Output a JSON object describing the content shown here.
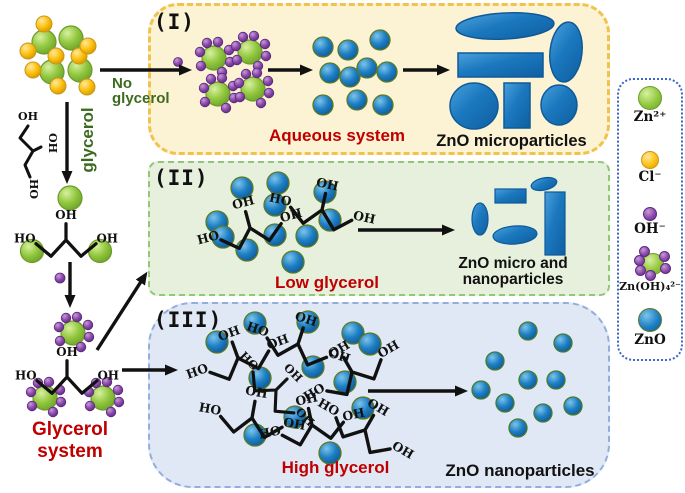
{
  "left_flow": {
    "no_glycerol": "No glycerol",
    "glycerol_arrow": "glycerol",
    "system": "Glycerol system"
  },
  "panel_1": {
    "number": "(I)",
    "caption": "Aqueous system",
    "result": "ZnO microparticles"
  },
  "panel_2": {
    "number": "(II)",
    "caption": "Low glycerol",
    "result": "ZnO micro and nanoparticles"
  },
  "panel_3": {
    "number": "(III)",
    "caption": "High glycerol",
    "result": "ZnO nanoparticles"
  },
  "molecule": {
    "oh": "OH",
    "ho": "HO"
  },
  "legend": {
    "items": [
      {
        "name": "zinc-ion",
        "label": "Zn²⁺"
      },
      {
        "name": "chloride-ion",
        "label": "Cl⁻"
      },
      {
        "name": "hydroxide-ion",
        "label": "OH⁻"
      },
      {
        "name": "zincate-complex",
        "label": "Zn(OH)₄²⁻"
      },
      {
        "name": "zinc-oxide",
        "label": "ZnO"
      }
    ]
  },
  "colors": {
    "accent_red": "#c00000",
    "dark_green": "#3c6b1f",
    "zno_blue": "#1b78be",
    "zinc_green": "#92c83e",
    "chloride_yellow": "#fdc10e",
    "hydroxide_purple": "#8b4bab",
    "panel1_bg": "#fcf2d4",
    "panel2_bg": "#e7f0dd",
    "panel3_bg": "#dfe8f4"
  }
}
